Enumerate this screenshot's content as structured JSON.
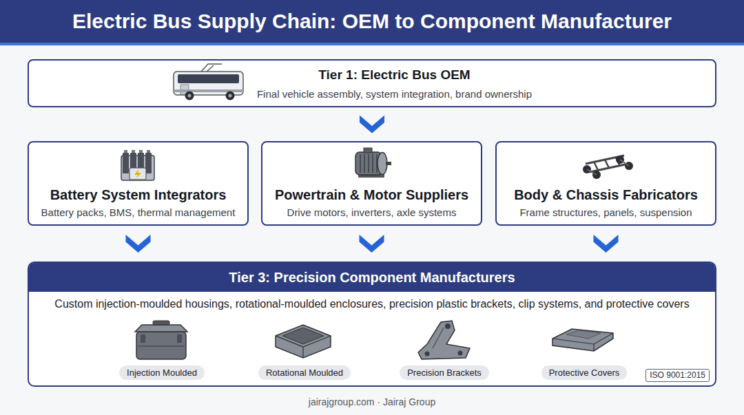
{
  "diagram": {
    "title": "Electric Bus Supply Chain: OEM to Component Manufacturer",
    "nodes": [
      {
        "text": [
          "Tier 1: Electric Bus OEM",
          "Final vehicle assembly, system integration, brand ownership"
        ]
      },
      {
        "text": [
          "Battery System Integrators",
          "Battery packs, BMS, thermal management"
        ]
      },
      {
        "text": [
          "Powertrain & Motor Suppliers",
          "Drive motors, inverters, axle systems"
        ]
      },
      {
        "text": [
          "Body & Chassis Fabricators",
          "Frame structures, panels, suspension"
        ]
      },
      {
        "text": [
          "Tier 3: Precision Component Manufacturers",
          "Custom injection-moulded housings, rotational-moulded enclosures, precision plastic brackets, clip systems, and protective covers"
        ]
      },
      {
        "text": [
          "Injection Moulded"
        ],
        "in": 4
      },
      {
        "text": [
          "Rotational Moulded"
        ],
        "in": 4
      },
      {
        "text": [
          "Precision Brackets"
        ],
        "in": 4
      },
      {
        "text": [
          "Protective Covers"
        ],
        "in": 4
      },
      {
        "text": [
          "ISO 9001:2015"
        ],
        "in": 4
      }
    ],
    "edges": [
      {
        "from": 0,
        "to": 2,
        "arrow": "to"
      },
      {
        "from": 1,
        "to": 4,
        "arrow": "to"
      },
      {
        "from": 2,
        "to": 4,
        "arrow": "to"
      },
      {
        "from": 3,
        "to": 4,
        "arrow": "to"
      }
    ],
    "labels": [
      "jairajgroup.com · Jairaj Group"
    ]
  }
}
